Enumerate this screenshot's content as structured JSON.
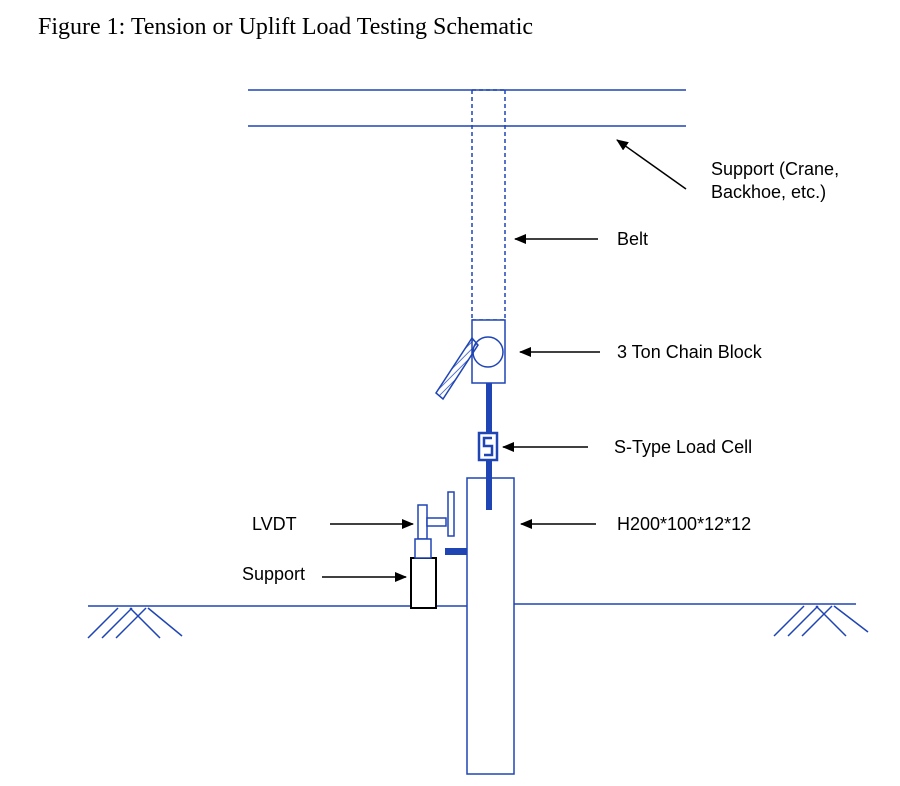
{
  "figure": {
    "title": "Figure 1: Tension or Uplift Load Testing Schematic"
  },
  "labels": {
    "support_crane_line1": "Support (Crane,",
    "support_crane_line2": "Backhoe, etc.)",
    "belt": "Belt",
    "chain_block": "3 Ton Chain Block",
    "load_cell": "S-Type Load Cell",
    "pile": "H200*100*12*12",
    "lvdt": "LVDT",
    "support": "Support"
  },
  "colors": {
    "structure": "#1f45b5",
    "arrows": "#000000"
  }
}
